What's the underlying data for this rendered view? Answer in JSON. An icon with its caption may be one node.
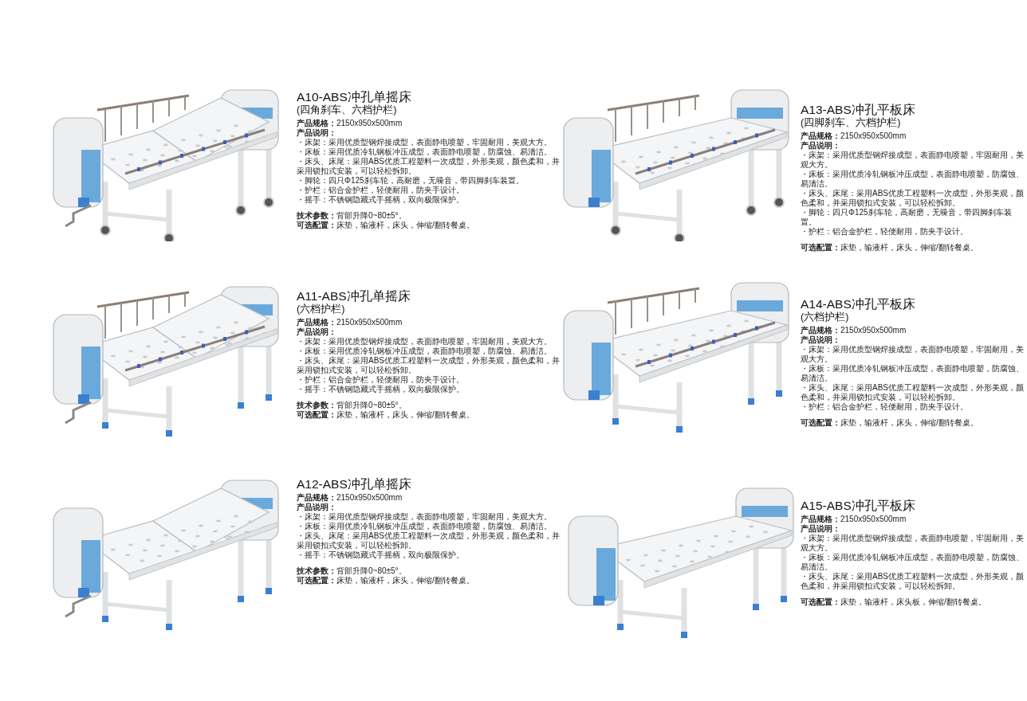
{
  "diagram": {
    "labels": [
      "A10-ABS冲孔单摇床",
      "(四角刹车、六档护栏)",
      "**产品规格：**2150x950x500mm",
      "产品说明：",
      "・床架：采用优质型钢焊接成型，表面静电喷塑，牢固耐用，美观大方。",
      "・床板：采用优质冷轧钢板冲压成型，表面静电喷塑，防腐蚀、易清洁。",
      "・床头、床尾：采用ABS优质工程塑料一次成型，外形美观，颜色柔和，并采用锁扣式安装，可以轻松拆卸。",
      "・脚轮：四只Φ125刹车轮，高耐磨，无噪音，带四脚刹车装置。",
      "・护栏：铝合金护栏，轻便耐用，防夹手设计。",
      "・摇手：不锈钢隐藏式手摇柄，双向极限保护。",
      "**技术参数：**背部升降0~80±5°。",
      "**可选配置：**床垫，输液杆，床头，伸缩/翻转餐桌。",
      "A13-ABS冲孔平板床",
      "(四脚刹车、六档护栏)",
      "**产品规格：**2150x950x500mm",
      "产品说明：",
      "・床架：采用优质型钢焊接成型，表面静电喷塑，牢固耐用，美观大方。",
      "・床板：采用优质冷轧钢板冲压成型，表面静电喷塑，防腐蚀、易清洁。",
      "・床头、床尾：采用ABS优质工程塑料一次成型，外形美观，颜色柔和，并采用锁扣式安装，可以轻松拆卸。",
      "・脚轮：四只Φ125刹车轮，高耐磨，无噪音，带四脚刹车装置。",
      "・护栏：铝合金护栏，轻便耐用，防夹手设计。",
      "**可选配置：**床垫，输液杆，床头，伸缩/翻转餐桌。",
      "A11-ABS冲孔单摇床",
      "(六档护栏)",
      "**产品规格：**2150x950x500mm",
      "产品说明：",
      "・床架：采用优质型钢焊接成型，表面静电喷塑，牢固耐用，美观大方。",
      "・床板：采用优质冷轧钢板冲压成型，表面静电喷塑，防腐蚀、易清洁。",
      "・床头、床尾：采用ABS优质工程塑料一次成型，外形美观，颜色柔和，并采用锁扣式安装，可以轻松拆卸。",
      "・护栏：铝合金护栏，轻便耐用，防夹手设计。",
      "・摇手：不锈钢隐藏式手摇柄，双向极限保护。",
      "**技术参数：**背部升降0~80±5°。",
      "**可选配置：**床垫，输液杆，床头，伸缩/翻转餐桌。",
      "A14-ABS冲孔平板床",
      "(六档护栏)",
      "**产品规格：**2150x950x500mm",
      "产品说明：",
      "・床架：采用优质型钢焊接成型，表面静电喷塑，牢固耐用，美观大方。",
      "・床板：采用优质冷轧钢板冲压成型，表面静电喷塑，防腐蚀、易清洁。",
      "・床头、床尾：采用ABS优质工程塑料一次成型，外形美观，颜色柔和，并采用锁扣式安装，可以轻松拆卸。",
      "・护栏：铝合金护栏，轻便耐用，防夹手设计。",
      "**可选配置：**床垫，输液杆，床头，伸缩/翻转餐桌。",
      "A12-ABS冲孔单摇床",
      "**产品规格：**2150x950x500mm",
      "产品说明：",
      "・床架：采用优质型钢焊接成型，表面静电喷塑，牢固耐用，美观大方。",
      "・床板：采用优质冷轧钢板冲压成型，表面静电喷塑，防腐蚀、易清洁。",
      "・床头、床尾：采用ABS优质工程塑料一次成型，外形美观，颜色柔和，并采用锁扣式安装，可以轻松拆卸。",
      "・摇手：不锈钢隐藏式手摇柄，双向极限保护。",
      "**技术参数：**背部升降0~80±5°。",
      "**可选配置：**床垫，输液杆，床头，伸缩/翻转餐桌。",
      "A15-ABS冲孔平板床",
      "**产品规格：**2150x950x500mm",
      "产品说明：",
      "・床架：采用优质型钢焊接成型，表面静电喷塑，牢固耐用，美观大方。",
      "・床板：采用优质冷轧钢板冲压成型，表面静电喷塑，防腐蚀、易清洁。",
      "・床头、床尾：采用ABS优质工程塑料一次成型，外形美观，颜色柔和，并采用锁扣式安装，可以轻松拆卸。",
      "**可选配置：**床垫，输液杆，床头板，伸缩/翻转餐桌。"
    ]
  }
}
